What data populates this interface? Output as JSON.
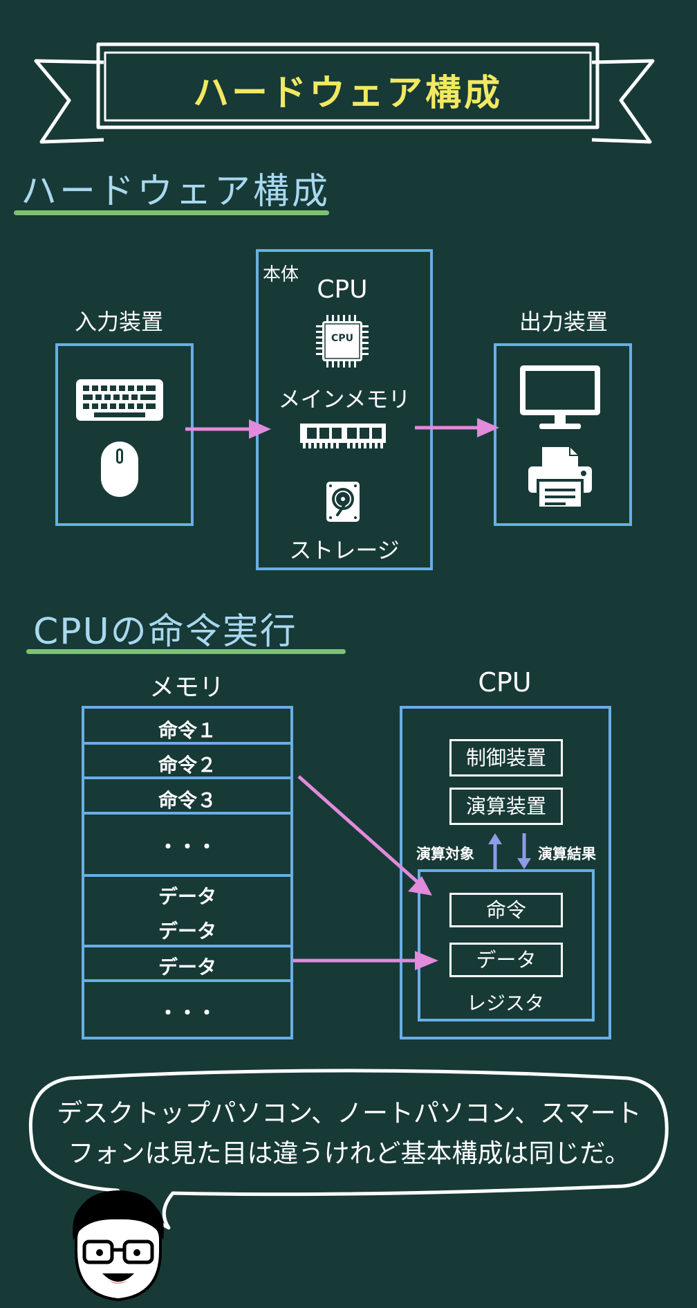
{
  "banner": {
    "title": "ハードウェア構成"
  },
  "section1": {
    "title": "ハードウェア構成",
    "input_label": "入力装置",
    "main_label": "本体",
    "cpu_label": "CPU",
    "cpu_chip_text": "CPU",
    "memory_label": "メインメモリ",
    "storage_label": "ストレージ",
    "output_label": "出力装置"
  },
  "section2": {
    "title": "CPUの命令実行",
    "memory_title": "メモリ",
    "cpu_title": "CPU",
    "memory_rows": [
      "命令１",
      "命令２",
      "命令３",
      "・・・",
      "データ",
      "データ",
      "データ",
      "・・・"
    ],
    "control_unit": "制御装置",
    "alu": "演算装置",
    "operand_label": "演算対象",
    "result_label": "演算結果",
    "reg_instruction": "命令",
    "reg_data": "データ",
    "register_label": "レジスタ"
  },
  "bubble": {
    "line1": "デスクトップパソコン、ノートパソコン、スマート",
    "line2": "フォンは見た目は違うけれど基本構成は同じだ。"
  },
  "colors": {
    "background": "#173a37",
    "frame": "#6aaee6",
    "arrow": "#e28adb",
    "title_yellow": "#f2e862",
    "section_blue": "#a9d8ef",
    "underline_green": "#7ec46f",
    "updown_arrow": "#8e9be6"
  }
}
